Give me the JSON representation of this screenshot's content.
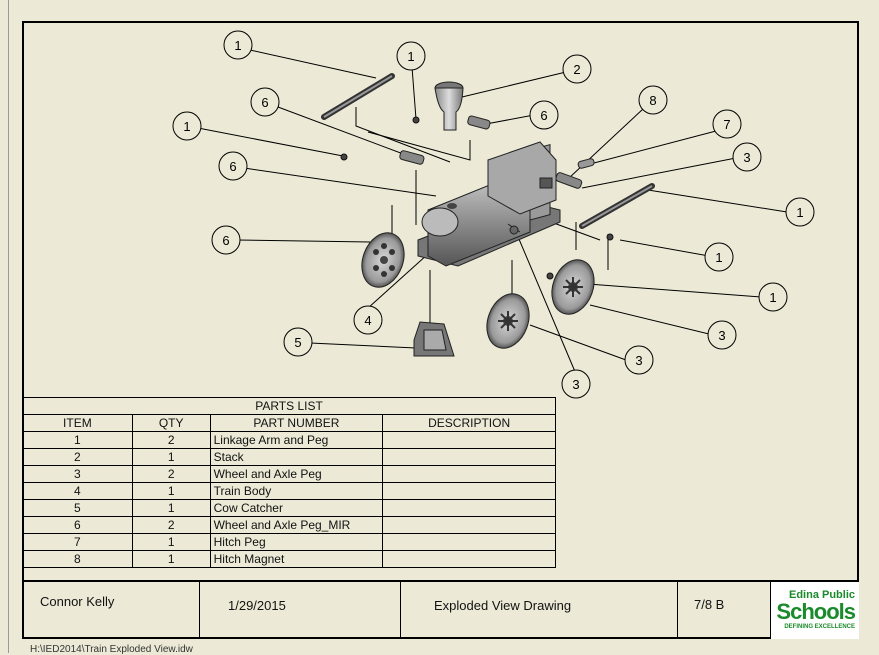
{
  "balloons": {
    "b1a": "1",
    "b1b": "1",
    "b1c": "1",
    "b1d": "1",
    "b1e": "1",
    "b1f": "1",
    "b2": "2",
    "b6a": "6",
    "b6b": "6",
    "b6c": "6",
    "b6d": "6",
    "b8": "8",
    "b7": "7",
    "b3a": "3",
    "b3b": "3",
    "b3c": "3",
    "b3d": "3",
    "b4": "4",
    "b5": "5"
  },
  "parts_list": {
    "title": "PARTS LIST",
    "headers": {
      "item": "ITEM",
      "qty": "QTY",
      "part_number": "PART NUMBER",
      "description": "DESCRIPTION"
    },
    "rows": [
      {
        "item": "1",
        "qty": "2",
        "part": "Linkage Arm and Peg",
        "desc": ""
      },
      {
        "item": "2",
        "qty": "1",
        "part": "Stack",
        "desc": ""
      },
      {
        "item": "3",
        "qty": "2",
        "part": "Wheel and Axle Peg",
        "desc": ""
      },
      {
        "item": "4",
        "qty": "1",
        "part": "Train Body",
        "desc": ""
      },
      {
        "item": "5",
        "qty": "1",
        "part": "Cow Catcher",
        "desc": ""
      },
      {
        "item": "6",
        "qty": "2",
        "part": "Wheel and Axle Peg_MIR",
        "desc": ""
      },
      {
        "item": "7",
        "qty": "1",
        "part": "Hitch Peg",
        "desc": ""
      },
      {
        "item": "8",
        "qty": "1",
        "part": "Hitch Magnet",
        "desc": ""
      }
    ]
  },
  "title_block": {
    "author": "Connor Kelly",
    "date": "1/29/2015",
    "title": "Exploded View Drawing",
    "period": "7/8 B"
  },
  "logo": {
    "line1": "Edina Public",
    "line2": "Schools",
    "tagline": "DEFINING EXCELLENCE"
  },
  "footer_path": "H:\\IED2014\\Train Exploded View.idw"
}
